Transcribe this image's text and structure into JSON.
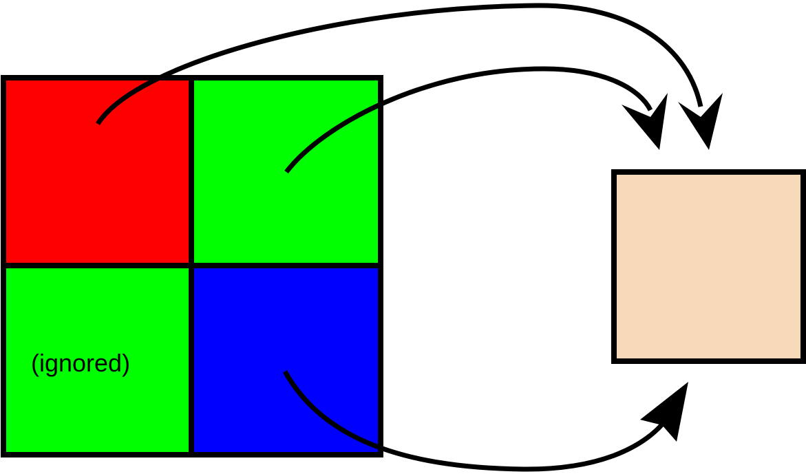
{
  "grid": {
    "cells": [
      {
        "id": "top-left",
        "color": "#ff0000",
        "label": ""
      },
      {
        "id": "top-right",
        "color": "#00ff00",
        "label": ""
      },
      {
        "id": "bottom-left",
        "color": "#00ff00",
        "label": "(ignored)"
      },
      {
        "id": "bottom-right",
        "color": "#0000ff",
        "label": ""
      }
    ],
    "border_color": "#000000"
  },
  "target": {
    "color": "#f5d9b8",
    "border_color": "#000000"
  },
  "arrows": [
    {
      "from": "top-left",
      "to": "target",
      "color": "#000000"
    },
    {
      "from": "top-right",
      "to": "target",
      "color": "#000000"
    },
    {
      "from": "bottom-right",
      "to": "target",
      "color": "#000000"
    }
  ]
}
